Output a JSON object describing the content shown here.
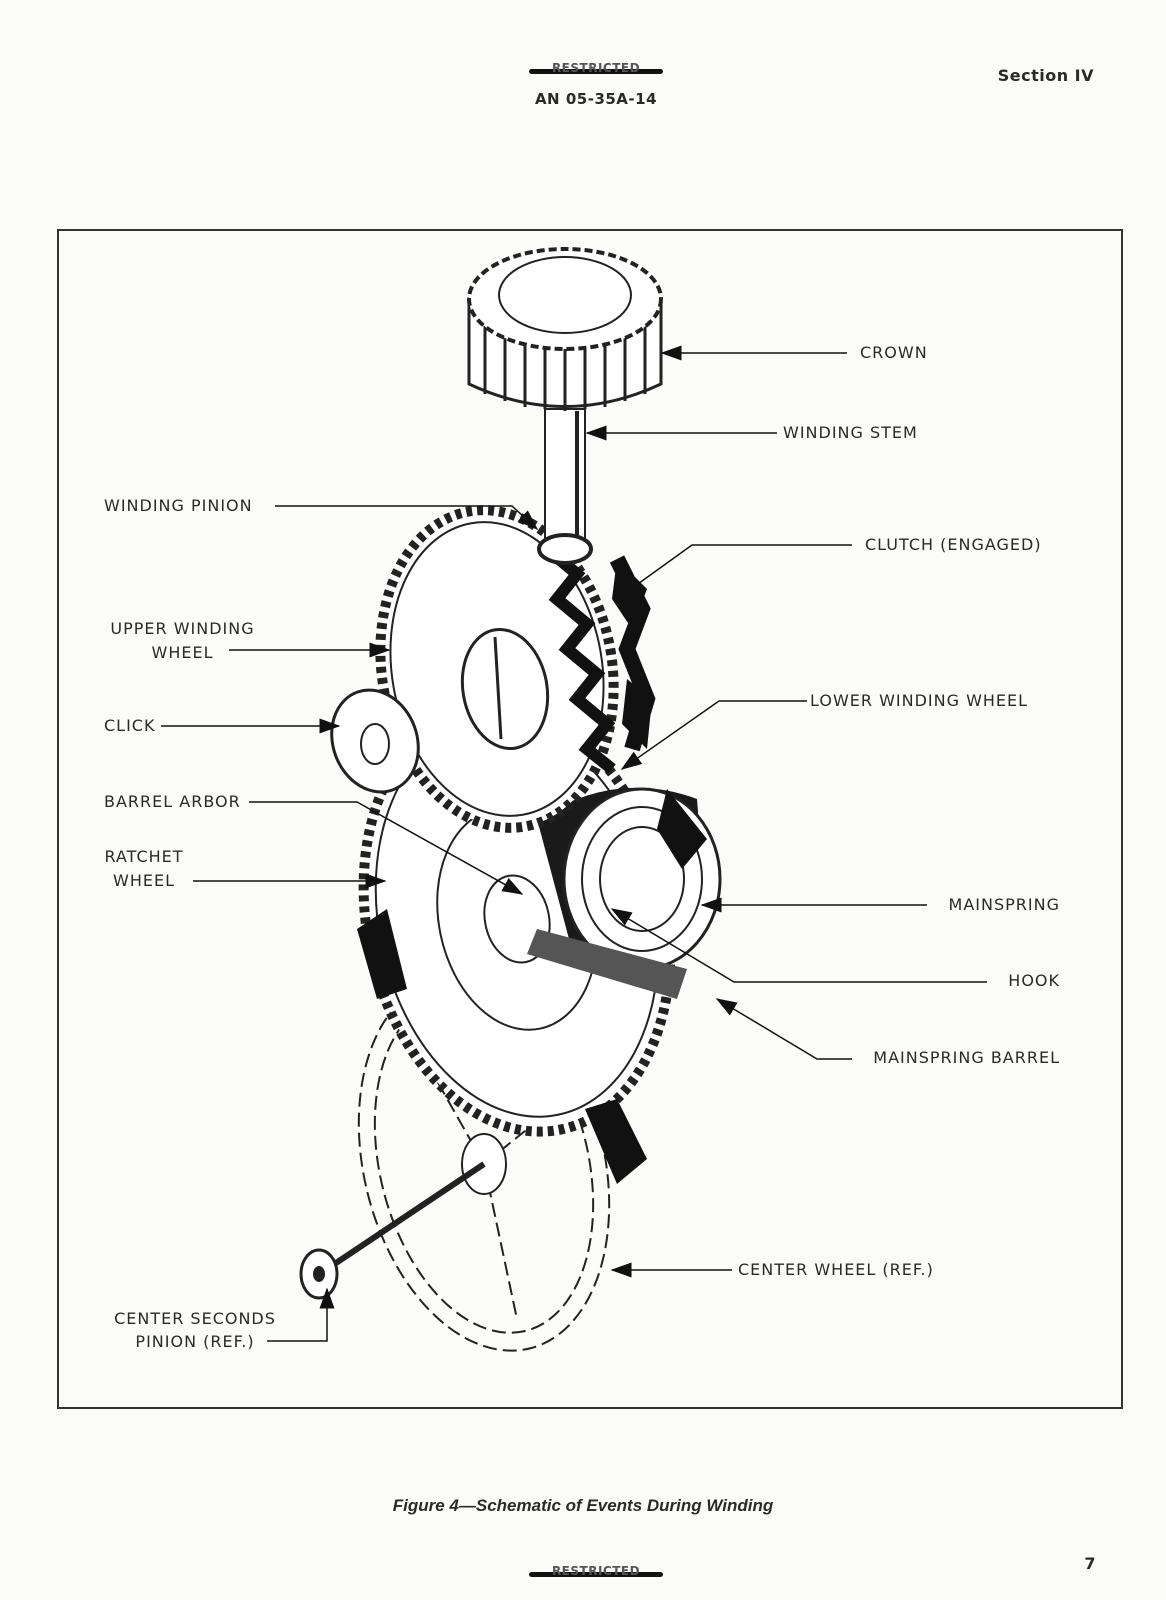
{
  "header": {
    "restricted_top": "RESTRICTED",
    "doc_number": "AN 05-35A-14",
    "section": "Section IV"
  },
  "figure": {
    "caption": "Figure 4—Schematic of Events During Winding",
    "labels": {
      "crown": "CROWN",
      "winding_stem": "WINDING STEM",
      "winding_pinion": "WINDING PINION",
      "clutch": "CLUTCH (ENGAGED)",
      "upper_winding_wheel_1": "UPPER WINDING",
      "upper_winding_wheel_2": "WHEEL",
      "lower_winding_wheel": "LOWER WINDING WHEEL",
      "click": "CLICK",
      "barrel_arbor": "BARREL ARBOR",
      "ratchet_wheel_1": "RATCHET",
      "ratchet_wheel_2": "WHEEL",
      "mainspring": "MAINSPRING",
      "hook": "HOOK",
      "mainspring_barrel": "MAINSPRING BARREL",
      "center_wheel": "CENTER WHEEL (REF.)",
      "center_seconds_pinion_1": "CENTER SECONDS",
      "center_seconds_pinion_2": "PINION (REF.)"
    }
  },
  "footer": {
    "restricted_bottom": "RESTRICTED",
    "page_number": "7"
  }
}
